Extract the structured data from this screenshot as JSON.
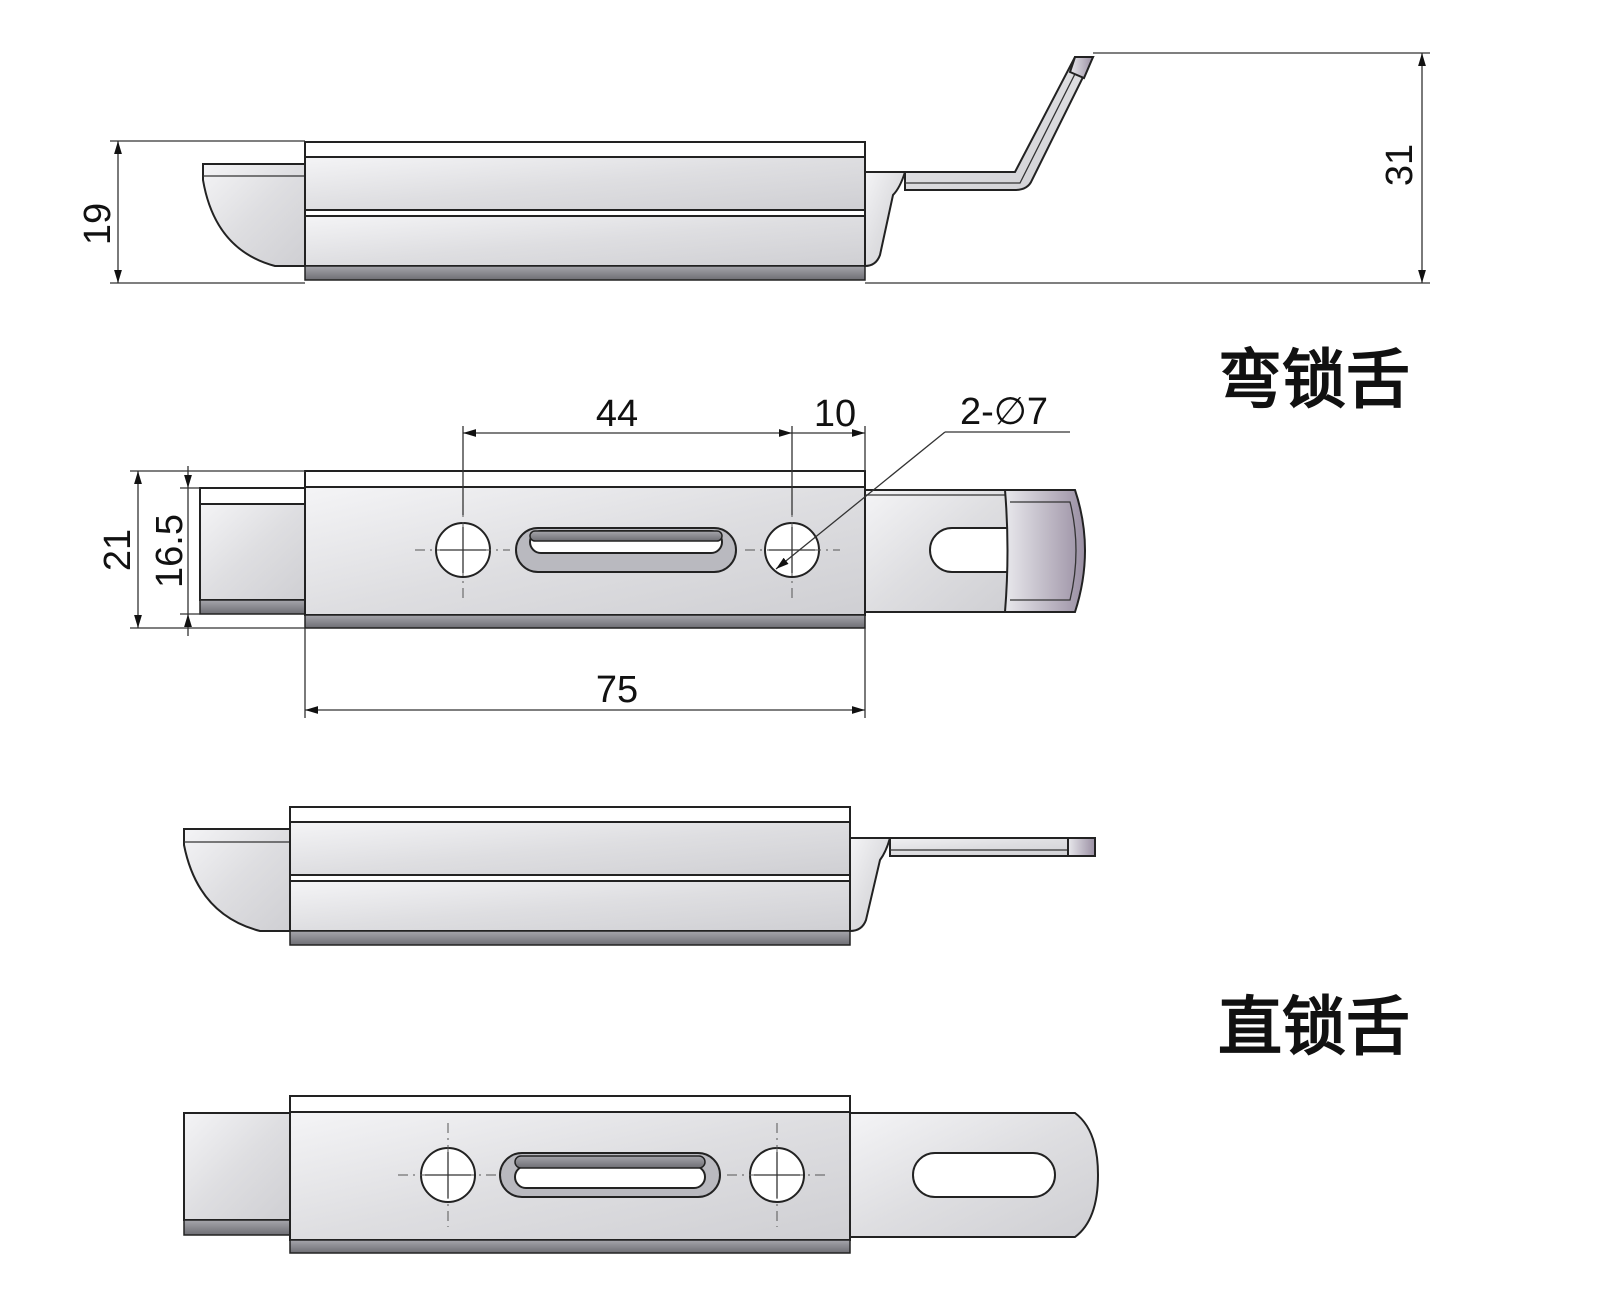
{
  "labels": {
    "bent_tongue": "弯锁舌",
    "straight_tongue": "直锁舌"
  },
  "dimensions": {
    "side_height": "19",
    "total_height": "31",
    "hole_spacing": "44",
    "hole_to_end": "10",
    "holes": "2-∅7",
    "width_outer": "21",
    "width_inner": "16.5",
    "body_length": "75"
  },
  "colors": {
    "metal_light": "#f2f2f4",
    "metal_mid": "#d6d6d9",
    "dark_strip": "#8a8a90",
    "outline": "#222222"
  }
}
